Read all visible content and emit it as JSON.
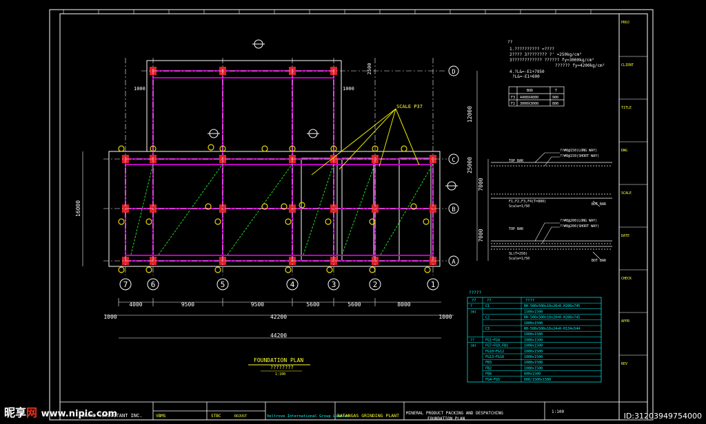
{
  "colors": {
    "frame": "#ffffff",
    "grid": "#ffffff",
    "beam": "#c000c0",
    "column": "#e0202a",
    "marker": "#e8d800",
    "note": "#ffff33",
    "dim": "#ffffff",
    "cyan": "#00ffff",
    "tie": "#20e020"
  },
  "grid_columns": [
    "7",
    "6",
    "5",
    "4",
    "3",
    "2",
    "1"
  ],
  "grid_rows": [
    "A",
    "B",
    "C",
    "D"
  ],
  "dims_bottom": [
    "4000",
    "9500",
    "9500",
    "5600",
    "5600",
    "8000"
  ],
  "dims_total": [
    "1000",
    "42200",
    "1000",
    "44200"
  ],
  "dims_right": [
    "7000",
    "7000",
    "25000",
    "12000"
  ],
  "dims_misc": {
    "left": "16000",
    "top_right": "2500",
    "top_left_off": "1000",
    "top_right_off": "1000"
  },
  "scale_note": "SCALE P37",
  "plan_title": "FOUNDATION PLAN",
  "plan_sub": "????????",
  "plan_scale": "1:100",
  "notes": {
    "head": "??",
    "l1": "1.??????????  =????",
    "l2": "2????  3????????  ?' =250kg/cm²",
    "l3": "3????????????  ?????? fy=3000kg/cm²",
    "l4": "?????? fy=4200kg/cm²",
    "l5": "4.?L&=-E1+7950",
    "l6": "?L&=-E1+600"
  },
  "mini_table": {
    "h1": "BOD",
    "h2": "T",
    "r1": [
      "F3",
      "4400X4000",
      "900"
    ],
    "r2": [
      "F2",
      "3000X3000",
      "800"
    ]
  },
  "sections": {
    "s1": "??#8@150(LONG WAY)",
    "s1b": "??#8@150(SHORT WAY)",
    "s2": "??#8@200(LONG WAY)",
    "s2b": "??#8@200(SHORT WAY)",
    "cap1": "F1,F2,F3,F4(T=800)",
    "cap1s": "Scale=1/50",
    "cap2": "SL(T=250)",
    "cap2s": "Scale=1/50",
    "top": "TOP BAR",
    "bot": "BOT BAR"
  },
  "schedule": {
    "title": "?????",
    "h": [
      "??",
      "??",
      "????"
    ],
    "rows": [
      [
        "?",
        "C1",
        "RH-500x500x10x20+R-H200x745"
      ],
      [
        "(m)",
        "",
        "1500x1500"
      ],
      [
        "",
        "C2",
        "RH-500x500x10x20+R-H200x745"
      ],
      [
        "",
        "",
        "1000x1500"
      ],
      [
        "",
        "C3",
        "RH-500x500x16x24+R-H134x544"
      ],
      [
        "",
        "",
        "1000x1500"
      ],
      [
        "??",
        "FG1~FG4",
        "1000x1500"
      ],
      [
        "(m)",
        "FG7~FG9,FB1",
        "1000x1500"
      ],
      [
        "",
        "FG10~FG12",
        "1000x1500"
      ],
      [
        "",
        "FG13~FG16",
        "1000x1500"
      ],
      [
        "",
        "FB3",
        "1000x1500"
      ],
      [
        "",
        "FB2",
        "1000x1500"
      ],
      [
        "",
        "FB4",
        "600x1500"
      ],
      [
        "",
        "FG4~FG5",
        "600/1500x1500"
      ]
    ]
  },
  "title_block": {
    "consult": "GRAND CONSULTANT INC.",
    "client": "Veltrove International Group Limited",
    "project": "BATANGAS GRINDING PLANT",
    "drawing": "MINERAL PRODUCT PACKING AND DESPATCHING",
    "drawing2": "FOUNDATION PLAN",
    "code": "1:100",
    "cells": [
      "VBMS",
      "STBC",
      "ROJUST"
    ]
  },
  "side_block": [
    "PROJ",
    "CLIENT",
    "TITLE",
    "DWG",
    "SCALE",
    "DATE",
    "CHECK",
    "APPR",
    "REV"
  ],
  "watermark": {
    "logo_a": "昵享",
    "logo_b": "网",
    "site": "www.nipic.com",
    "id": "ID:31203949754000"
  }
}
